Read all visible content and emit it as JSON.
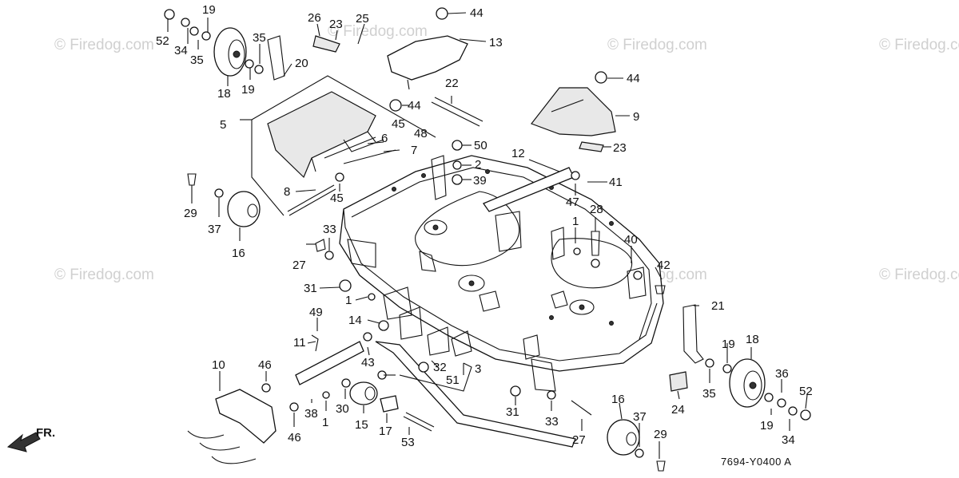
{
  "watermarks": [
    "© Firedog.com",
    "© Firedog.com",
    "© Firedog.com",
    "© Firedog.com",
    "© Firedog.com",
    "© Firedog.com",
    "© Firedog.com"
  ],
  "diagram_code": "7694-Y0400 A",
  "direction_label": "FR.",
  "callouts": [
    "19",
    "52",
    "34",
    "35",
    "35",
    "18",
    "19",
    "20",
    "26",
    "23",
    "25",
    "44",
    "13",
    "44",
    "22",
    "44",
    "9",
    "5",
    "45",
    "48",
    "6",
    "7",
    "50",
    "2",
    "39",
    "23",
    "12",
    "47",
    "41",
    "8",
    "45",
    "29",
    "37",
    "16",
    "33",
    "27",
    "28",
    "1",
    "40",
    "42",
    "31",
    "1",
    "21",
    "49",
    "14",
    "11",
    "43",
    "32",
    "3",
    "19",
    "18",
    "36",
    "52",
    "35",
    "19",
    "34",
    "10",
    "46",
    "46",
    "38",
    "1",
    "30",
    "15",
    "17",
    "53",
    "51",
    "31",
    "33",
    "27",
    "16",
    "37",
    "29",
    "24"
  ]
}
